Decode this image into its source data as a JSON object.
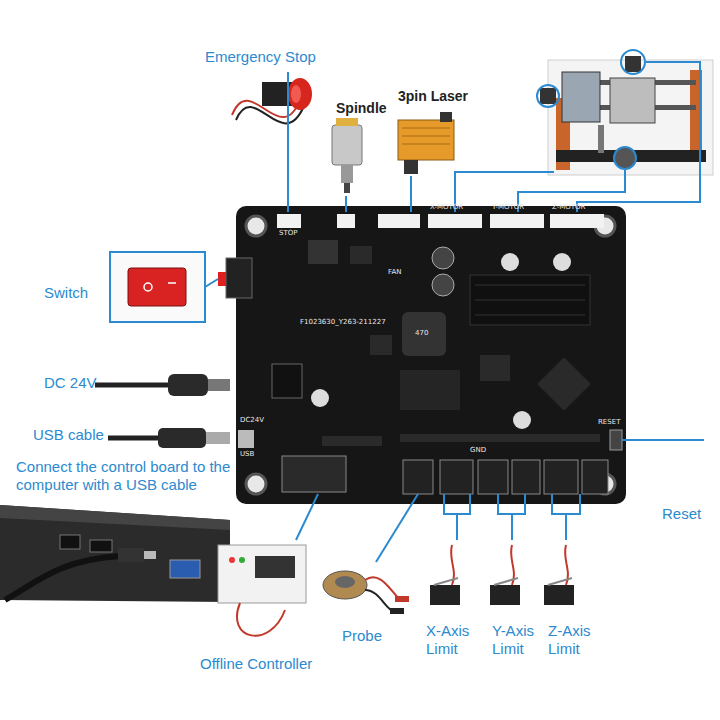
{
  "diagram": {
    "labels": [
      "Emergency Stop",
      "Spindle",
      "3pin Laser",
      "Switch",
      "DC 24V",
      "USB cable",
      "Connect the control board to the computer with a USB cable",
      "Reset",
      "Offline Controller",
      "Probe",
      "X-Axis Limit",
      "Y-Axis Limit",
      "Z-Axis Limit",
      "STOP",
      "X-MOTOR",
      "Y-MOTOR",
      "Z-MOTOR",
      "FAN",
      "F1023630_Y263-211227",
      "470",
      "DC24V",
      "USB",
      "RESET",
      "GND"
    ]
  }
}
